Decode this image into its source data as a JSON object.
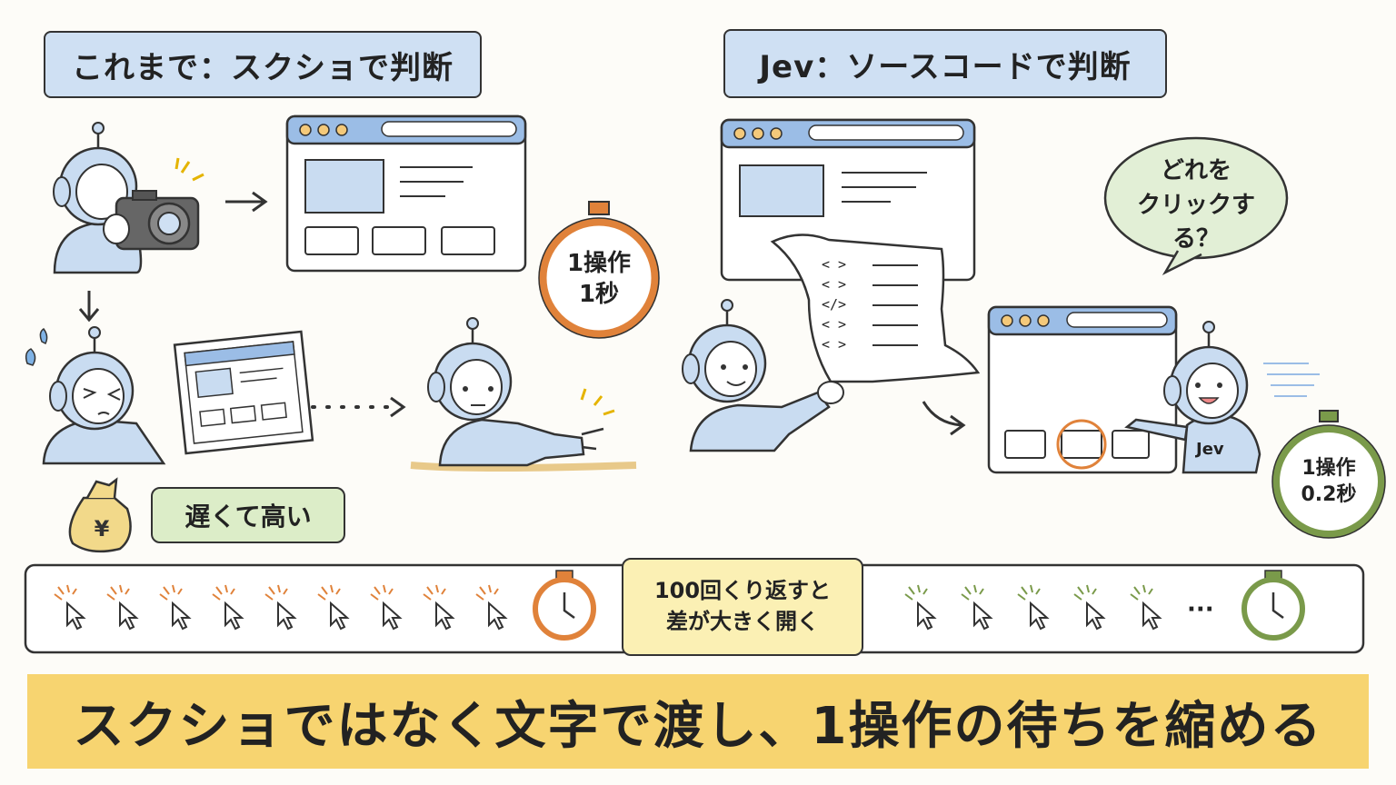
{
  "left": {
    "heading": "これまで：スクショで判断",
    "timer": {
      "line1": "1操作",
      "line2": "1秒",
      "color": "#e0823a"
    },
    "cost_label": "遅くて高い",
    "yen_icon": "money-bag-icon"
  },
  "right": {
    "heading": "Jev：ソースコードで判断",
    "bubble": {
      "line1": "どれを",
      "line2": "クリックする？"
    },
    "robot_label": "Jev",
    "timer": {
      "line1": "1操作",
      "line2": "0.2秒",
      "color": "#7a9a4a"
    },
    "code_lines": [
      "< >",
      "< >",
      "</>",
      "< >",
      "< >"
    ]
  },
  "comparison": {
    "line1": "100回くり返すと",
    "line2": "差が大きく開く",
    "slow_clicks": 9,
    "fast_clicks": 5,
    "ellipsis": "···"
  },
  "banner": "スクショではなく文字で渡し、1操作の待ちを縮める",
  "colors": {
    "blue": "#cfe0f3",
    "orange": "#e0823a",
    "green": "#7a9a4a",
    "yellow": "#f7d470"
  }
}
